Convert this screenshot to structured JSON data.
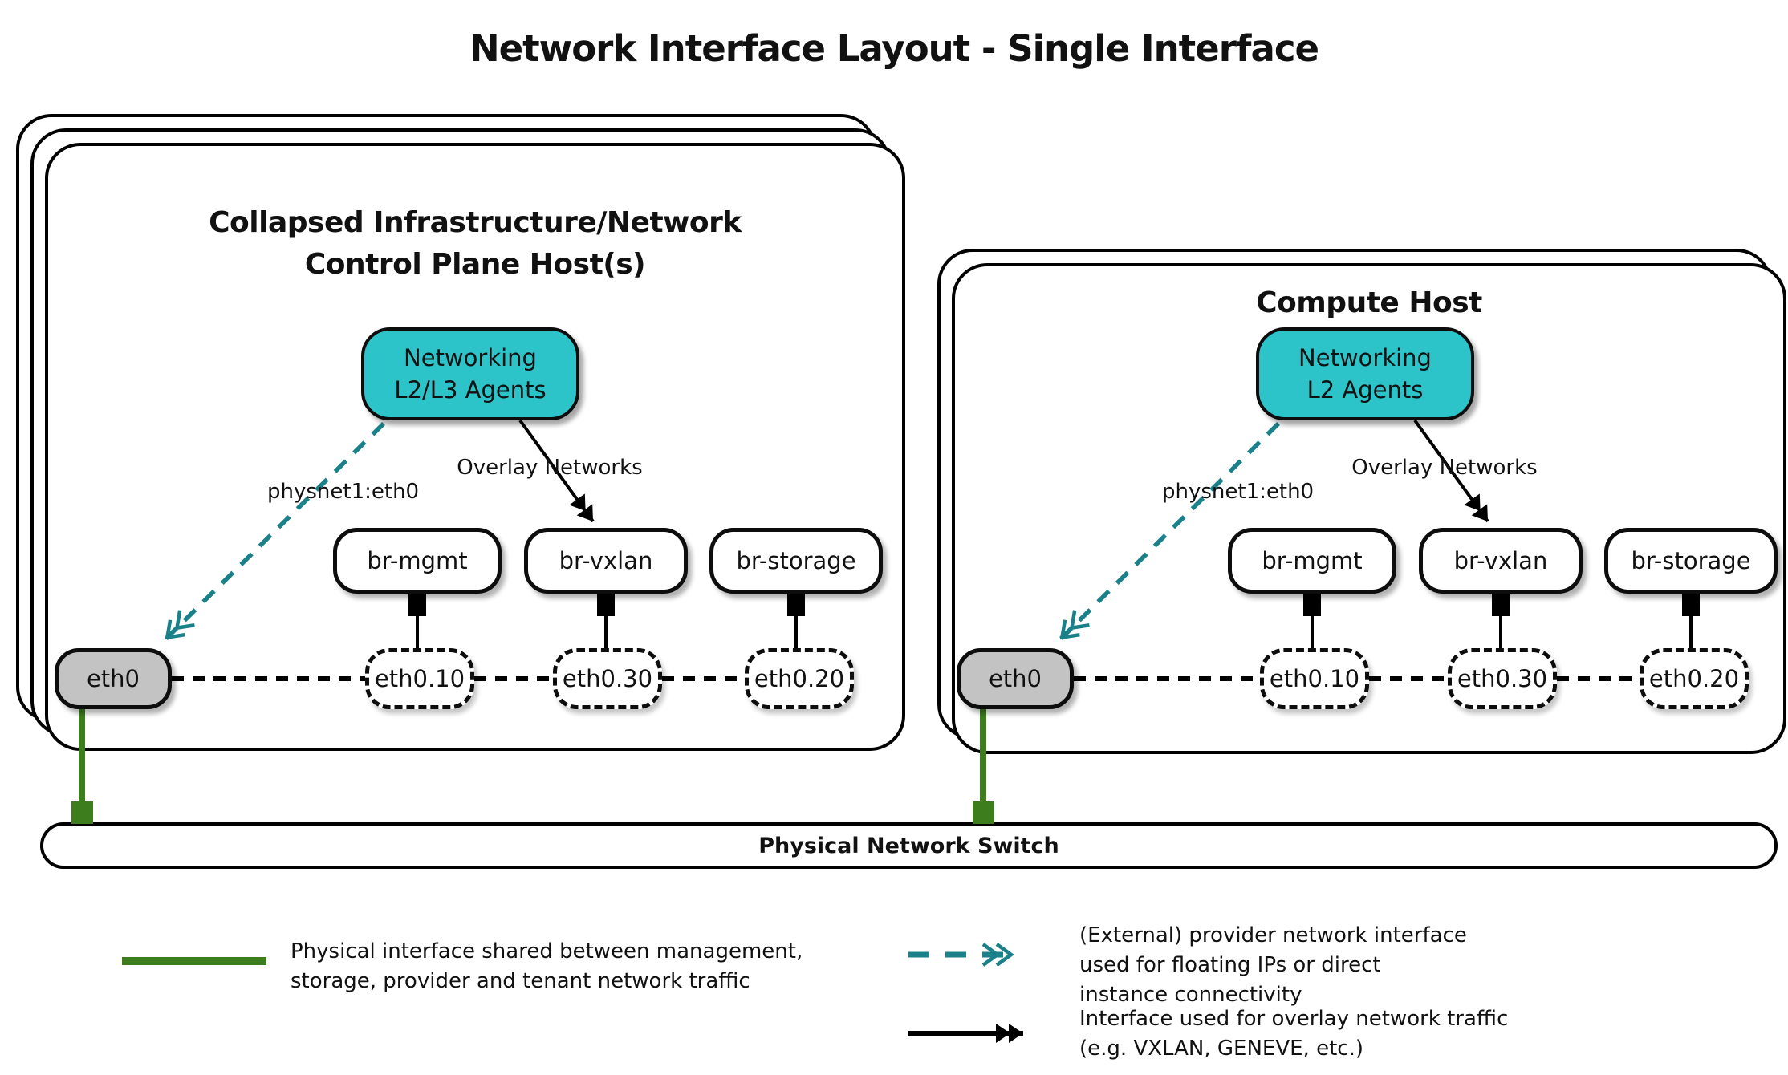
{
  "title": "Network Interface Layout - Single Interface",
  "hosts": [
    {
      "name": "control-plane-host",
      "title_lines": [
        "Collapsed Infrastructure/Network",
        "Control Plane Host(s)"
      ],
      "agent_lines": [
        "Networking",
        "L2/L3 Agents"
      ],
      "provider_label": "physnet1:eth0",
      "overlay_label": "Overlay Networks",
      "bridges": [
        "br-mgmt",
        "br-vxlan",
        "br-storage"
      ],
      "vlan_interfaces": [
        "eth0.10",
        "eth0.30",
        "eth0.20"
      ],
      "physical_interface": "eth0"
    },
    {
      "name": "compute-host",
      "title_lines": [
        "Compute Host"
      ],
      "agent_lines": [
        "Networking",
        "L2 Agents"
      ],
      "provider_label": "physnet1:eth0",
      "overlay_label": "Overlay Networks",
      "bridges": [
        "br-mgmt",
        "br-vxlan",
        "br-storage"
      ],
      "vlan_interfaces": [
        "eth0.10",
        "eth0.30",
        "eth0.20"
      ],
      "physical_interface": "eth0"
    }
  ],
  "switch_label": "Physical Network Switch",
  "legend": [
    {
      "key": "physical-interface",
      "lines": [
        "Physical interface shared between management,",
        "storage, provider and tenant network traffic"
      ]
    },
    {
      "key": "provider-interface",
      "lines": [
        "(External) provider network interface",
        "used for floating IPs or direct",
        "instance connectivity"
      ]
    },
    {
      "key": "overlay-interface",
      "lines": [
        "Interface used for overlay network traffic",
        "(e.g. VXLAN, GENEVE, etc.)"
      ]
    }
  ],
  "colors": {
    "agent_fill": "#2cc4c9",
    "provider_arrow": "#1a808a",
    "physical_link": "#3e7d1e",
    "interface_fill": "#c3c3c3"
  }
}
